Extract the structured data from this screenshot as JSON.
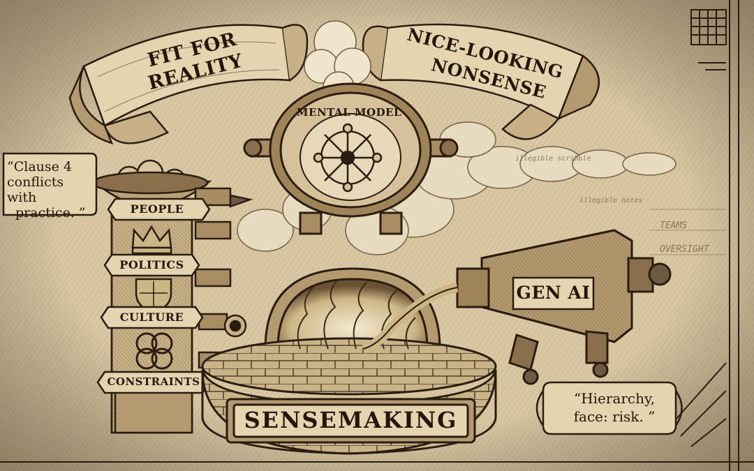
{
  "banners": {
    "left": {
      "line1": "FIT FOR",
      "line2": "REALITY"
    },
    "right": {
      "line1": "NICE-LOOKING",
      "line2": "NONSENSE"
    }
  },
  "mental_model": {
    "label": "MENTAL MODEL",
    "icon": "compass-network-icon"
  },
  "inputs": {
    "people": "PEOPLE",
    "politics": "POLITICS",
    "culture": "CULTURE",
    "constraints": "CONSTRAINTS",
    "icons": [
      "faces-bowl-icon",
      "crown-icon",
      "shield-icon",
      "knot-icon"
    ]
  },
  "quotes": {
    "left": {
      "open": "“",
      "line1": "Clause 4",
      "line2": "conflicts with",
      "line3": "practice.",
      "close": "”"
    },
    "right": {
      "open": "“",
      "line1": "Hierarchy,",
      "line2": "face: risk.",
      "close": "”"
    }
  },
  "gen_ai": {
    "label": "GEN AI"
  },
  "furnace": {
    "label": "SENSEMAKING"
  },
  "faint_notes": {
    "n1": "illegible scribble",
    "n2": "illegible notes",
    "n3": "TEAMS",
    "n4": "OVERSIGHT"
  },
  "colors": {
    "paper": "#d9c7a2",
    "ink": "#2a1c10",
    "shadow": "#8a6f4b"
  }
}
